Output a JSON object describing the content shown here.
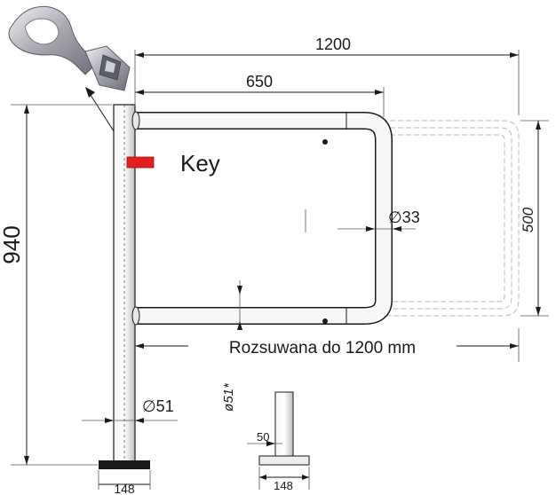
{
  "labels": {
    "width_total": "1200",
    "width_inner": "650",
    "height": "940",
    "gate_height": "500",
    "pipe_diameter": "∅33",
    "post_diameter": "∅51",
    "post_diameter_side": "ø51*",
    "key": "Key",
    "sliding": "Rozsuwana do 1200 mm",
    "base_width": "148",
    "base_width_detail": "148",
    "base_height": "50"
  },
  "colors": {
    "line": "#1a1a1a",
    "pipe": "#d8d8d8",
    "lock": "#e31e1e",
    "ghost": "#b8b8b8"
  },
  "icons": {
    "key": "square-key-icon"
  }
}
